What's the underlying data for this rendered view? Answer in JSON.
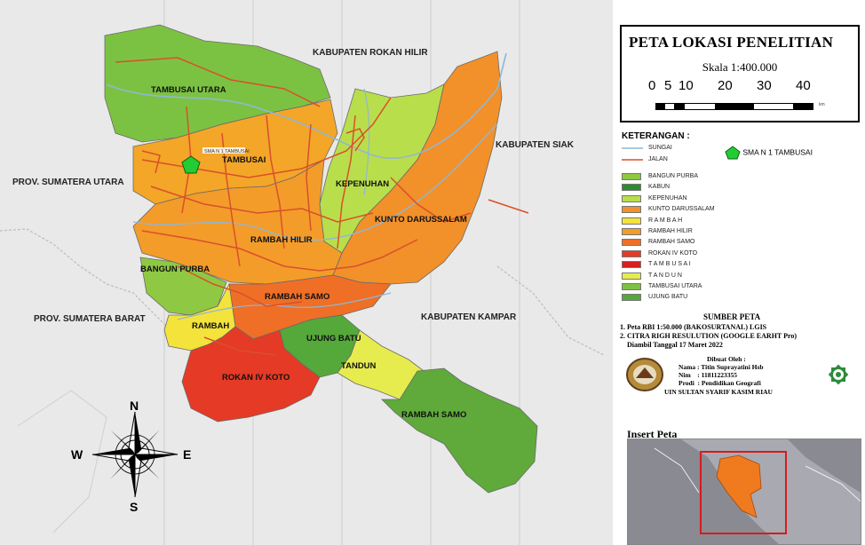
{
  "map": {
    "regions": [
      {
        "name": "TAMBUSAI UTARA",
        "color": "#7cc242"
      },
      {
        "name": "TAMBUSAI",
        "color": "#f3a628"
      },
      {
        "name": "KEPENUHAN",
        "color": "#b9de4b"
      },
      {
        "name": "KUNTO DARUSSALAM",
        "color": "#f2902a"
      },
      {
        "name": "RAMBAH HILIR",
        "color": "#f39c2a"
      },
      {
        "name": "BANGUN PURBA",
        "color": "#8fc843"
      },
      {
        "name": "RAMBAH SAMO",
        "color": "#ef6f27"
      },
      {
        "name": "RAMBAH",
        "color": "#f3e33a"
      },
      {
        "name": "UJUNG BATU",
        "color": "#55a83a"
      },
      {
        "name": "ROKAN IV KOTO",
        "color": "#e53a25"
      },
      {
        "name": "TANDUN",
        "color": "#e7ec4e"
      },
      {
        "name": "RAMBAH SAMO",
        "color": "#5faa3a"
      }
    ],
    "neighbors": {
      "rokan_hilir": "KABUPATEN ROKAN HILIR",
      "siak": "KABUPATEN SIAK",
      "sumut": "PROV. SUMATERA UTARA",
      "sumbar": "PROV. SUMATERA BARAT",
      "kampar": "KABUPATEN KAMPAR"
    },
    "school_label": "SMA N 1 TAMBUSAI",
    "compass": {
      "n": "N",
      "s": "S",
      "e": "E",
      "w": "W"
    }
  },
  "legend": {
    "title": "PETA LOKASI PENELITIAN",
    "scale": "Skala 1:400.000",
    "scale_ticks": [
      "0",
      "5",
      "10",
      "20",
      "30",
      "40"
    ],
    "keterangan": "KETERANGAN :",
    "lines": [
      {
        "label": "SUNGAI",
        "color": "#8fb7d6"
      },
      {
        "label": "JALAN",
        "color": "#d9502a"
      }
    ],
    "school_point": {
      "label": "SMA N 1 TAMBUSAI",
      "color": "#22cc33"
    },
    "areas": [
      {
        "label": "BANGUN PURBA",
        "color": "#8fc843"
      },
      {
        "label": "KABUN",
        "color": "#2e8b2e"
      },
      {
        "label": "KEPENUHAN",
        "color": "#b9de4b"
      },
      {
        "label": "KUNTO DARUSSALAM",
        "color": "#f2902a"
      },
      {
        "label": "R A M B A H",
        "color": "#f3e33a"
      },
      {
        "label": "RAMBAH HILIR",
        "color": "#f39c2a"
      },
      {
        "label": "RAMBAH SAMO",
        "color": "#ef6f27"
      },
      {
        "label": "ROKAN IV KOTO",
        "color": "#e53a25"
      },
      {
        "label": "T A M B U S A I",
        "color": "#d81e1e"
      },
      {
        "label": "T A N D U N",
        "color": "#e7ec4e"
      },
      {
        "label": "TAMBUSAI UTARA",
        "color": "#7cc242"
      },
      {
        "label": "UJUNG BATU",
        "color": "#55a83a"
      }
    ],
    "sumber_title": "SUMBER PETA",
    "sumber_lines": [
      "1. Peta RBI 1:50.000 (BAKOSURTANAL) LGIS",
      "2. CITRA RIGH RESULUTION (GOOGLE EARHT Pro)",
      "    Diambil Tanggal 17 Maret 2022"
    ],
    "dibuat": {
      "heading": "Dibuat Oleh :",
      "nama": "Nama : Titin Suprayatini Hsb",
      "nim": "Nim    : 11811223355",
      "prodi": "Prodi  : Pendidikan Geografi",
      "univ": "UIN SULTAN SYARIF KASIM RIAU"
    },
    "insert_title": "Insert Peta"
  }
}
